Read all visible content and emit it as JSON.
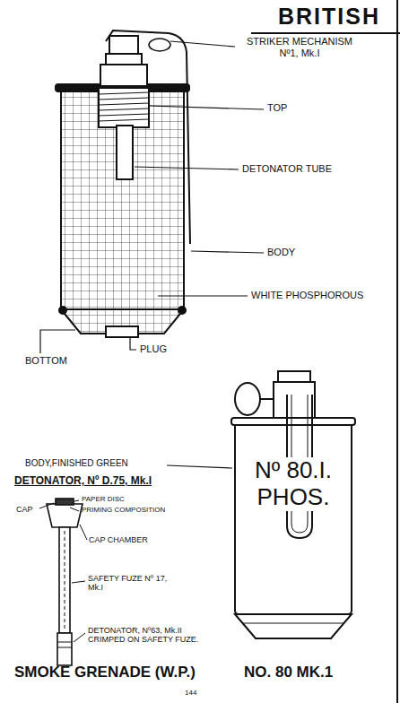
{
  "diagram": {
    "title": "SMOKE GRENADE (W.P.)",
    "labels": [
      "BRITISH",
      "STRIKER MECHANISM Nº1, Mk.I",
      "TOP",
      "DETONATOR TUBE",
      "BODY",
      "WHITE PHOSPHOROUS",
      "PLUG",
      "BOTTOM",
      "Nº 80.I. PHOS.",
      "BODY,FINISHED GREEN",
      "DETONATOR, Nº D.75, Mk.I",
      "CAP",
      "PAPER DISC",
      "PRIMING COMPOSITION",
      "CAP CHAMBER",
      "SAFETY FUZE Nº 17, Mk.I",
      "DETONATOR, Nº63, Mk.II CRIMPED ON SAFETY FUZE.",
      "NO. 80 MK.1",
      "144"
    ]
  }
}
